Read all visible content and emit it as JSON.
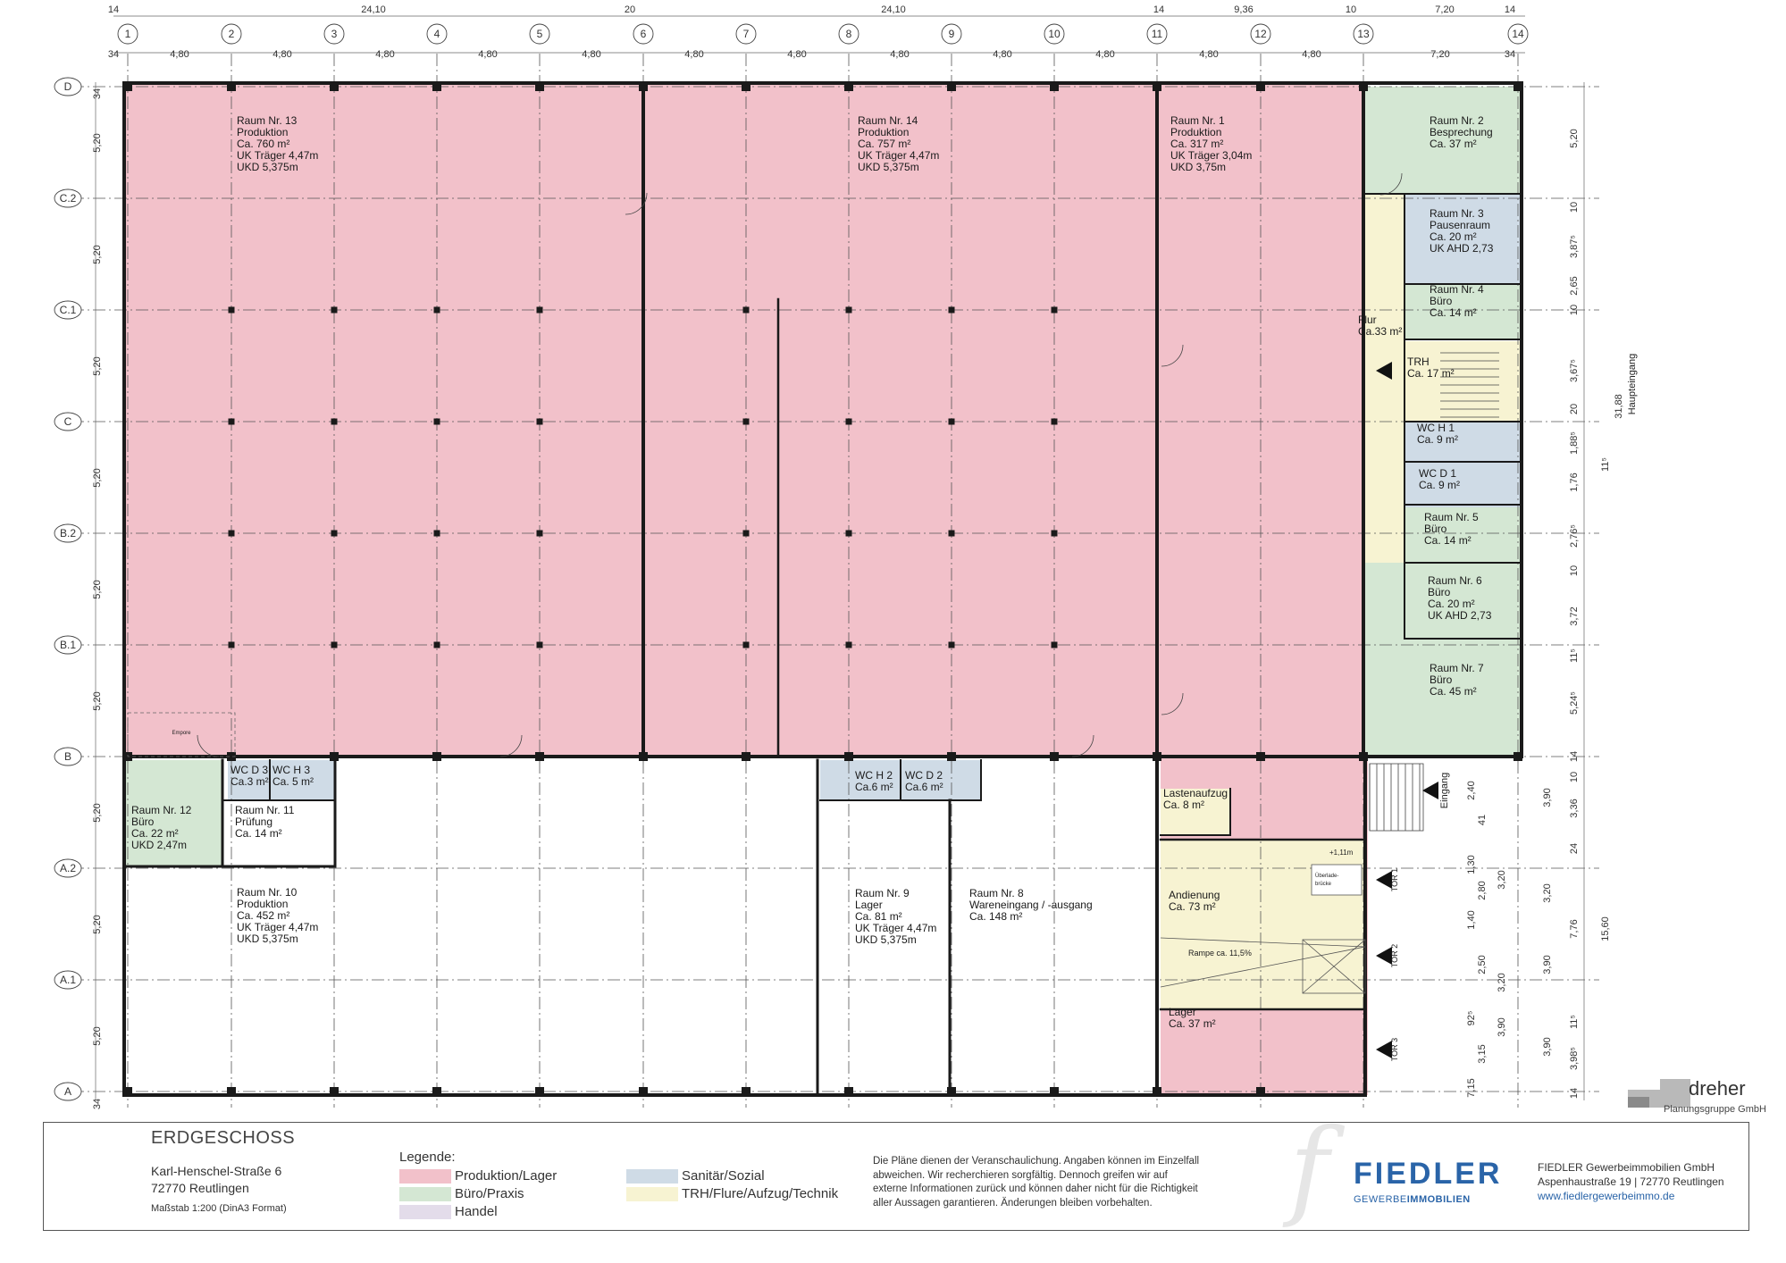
{
  "colors": {
    "produktion_lager": "#f2c1ca",
    "buero_praxis": "#d4e7d3",
    "handel": "#e3dcea",
    "sanitaer_sozial": "#cfdbe6",
    "trh_flure": "#f7f3d2",
    "wall": "#1a1a1a",
    "grid": "#555555"
  },
  "grid_axes": {
    "top": [
      "1",
      "2",
      "3",
      "4",
      "5",
      "6",
      "7",
      "8",
      "9",
      "10",
      "11",
      "12",
      "13",
      "14"
    ],
    "left": [
      "D",
      "C.2",
      "C.1",
      "C",
      "B.2",
      "B.1",
      "B",
      "A.2",
      "A.1",
      "A"
    ]
  },
  "dimensions": {
    "top_row1": [
      "14",
      "24,10",
      "20",
      "24,10",
      "14",
      "9,36",
      "10",
      "7,20",
      "14"
    ],
    "top_row2": [
      "34",
      "4,80",
      "4,80",
      "4,80",
      "4,80",
      "4,80",
      "4,80",
      "4,80",
      "4,80",
      "4,80",
      "4,80",
      "4,80",
      "4,80",
      "7,20",
      "34"
    ],
    "left": [
      "34",
      "5,20",
      "5,20",
      "5,20",
      "5,20",
      "5,20",
      "5,20",
      "5,20",
      "5,20",
      "5,20",
      "34"
    ],
    "right_inner": [
      "5,20",
      "10",
      "3,87⁵",
      "2,65",
      "10",
      "3,67⁵",
      "20",
      "1,88⁵",
      "1,76",
      "2,76⁵",
      "10",
      "3,72",
      "11⁵",
      "5,24⁵",
      "14",
      "10",
      "3,36",
      "24",
      "7,76",
      "11⁵",
      "3,98⁵",
      "14"
    ],
    "right_outer": [
      "31,88",
      "11⁵",
      "15,60"
    ],
    "right_lower_a": [
      "2,40",
      "41",
      "1,30",
      "2,80",
      "1,40",
      "2,50",
      "92⁵",
      "3,15",
      "7,15"
    ],
    "right_lower_b": [
      "3,90",
      "3,20",
      "3,20",
      "3,20",
      "3,90",
      "3,90",
      "3,90"
    ]
  },
  "rooms": [
    {
      "lines": [
        "Raum Nr. 13",
        "Produktion",
        "Ca. 760 m²",
        "UK Träger 4,47m",
        "UKD 5,375m"
      ]
    },
    {
      "lines": [
        "Raum Nr. 14",
        "Produktion",
        "Ca. 757 m²",
        "UK Träger 4,47m",
        "UKD 5,375m"
      ]
    },
    {
      "lines": [
        "Raum Nr. 1",
        "Produktion",
        "Ca. 317 m²",
        "UK Träger 3,04m",
        "UKD 3,75m"
      ]
    },
    {
      "lines": [
        "Raum Nr. 2",
        "Besprechung",
        "Ca. 37 m²"
      ]
    },
    {
      "lines": [
        "Raum Nr. 3",
        "Pausenraum",
        "Ca. 20 m²",
        "UK AHD 2,73"
      ]
    },
    {
      "lines": [
        "Raum Nr. 4",
        "Büro",
        "Ca. 14 m²"
      ]
    },
    {
      "lines": [
        "Flur",
        "Ca.33 m²"
      ]
    },
    {
      "lines": [
        "TRH",
        "Ca. 17 m²"
      ]
    },
    {
      "lines": [
        "WC H 1",
        "Ca. 9 m²"
      ]
    },
    {
      "lines": [
        "WC D 1",
        "Ca. 9 m²"
      ]
    },
    {
      "lines": [
        "Raum Nr. 5",
        "Büro",
        "Ca. 14 m²"
      ]
    },
    {
      "lines": [
        "Raum Nr. 6",
        "Büro",
        "Ca. 20 m²",
        "UK AHD 2,73"
      ]
    },
    {
      "lines": [
        "Raum Nr. 7",
        "Büro",
        "Ca. 45 m²"
      ]
    },
    {
      "lines": [
        "WC D 3",
        "Ca.3 m²"
      ]
    },
    {
      "lines": [
        "WC H 3",
        "Ca. 5 m²"
      ]
    },
    {
      "lines": [
        "Raum Nr. 12",
        "Büro",
        "Ca. 22 m²",
        "UKD 2,47m"
      ]
    },
    {
      "lines": [
        "Raum Nr. 11",
        "Prüfung",
        "Ca. 14 m²"
      ]
    },
    {
      "lines": [
        "Raum Nr. 10",
        "Produktion",
        "Ca. 452 m²",
        "UK Träger 4,47m",
        "UKD 5,375m"
      ]
    },
    {
      "lines": [
        "WC H 2",
        "Ca.6 m²"
      ]
    },
    {
      "lines": [
        "WC D 2",
        "Ca.6 m²"
      ]
    },
    {
      "lines": [
        "Raum Nr. 9",
        "Lager",
        "Ca. 81 m²",
        "UK Träger 4,47m",
        "UKD 5,375m"
      ]
    },
    {
      "lines": [
        "Raum Nr. 8",
        "Wareneingang / -ausgang",
        "Ca. 148 m²"
      ]
    },
    {
      "lines": [
        "Lastenaufzug",
        "Ca. 8 m²"
      ]
    },
    {
      "lines": [
        "Andienung",
        "Ca. 73 m²"
      ]
    },
    {
      "lines": [
        "Lager",
        "Ca. 37 m²"
      ]
    }
  ],
  "annotations": {
    "empore": "Empore",
    "rampe": "Rampe ca. 11,5%",
    "hoehe": "+1,11m",
    "ueberladebruecke": [
      "Überlade-",
      "brücke"
    ],
    "tor1": "TOR 1",
    "tor2": "TOR 2",
    "tor3": "TOR 3",
    "eingang": "Eingang",
    "haupteingang": "Haupteingang"
  },
  "footer": {
    "floor": "ERDGESCHOSS",
    "street": "Karl-Henschel-Straße 6",
    "city": "72770 Reutlingen",
    "scale": "Maßstab 1:200 (DinA3 Format)",
    "legend_title": "Legende:",
    "legend": [
      {
        "label": "Produktion/Lager",
        "color": "#f2c1ca"
      },
      {
        "label": "Büro/Praxis",
        "color": "#d4e7d3"
      },
      {
        "label": "Handel",
        "color": "#e3dcea"
      },
      {
        "label": "Sanitär/Sozial",
        "color": "#cfdbe6"
      },
      {
        "label": "TRH/Flure/Aufzug/Technik",
        "color": "#f7f3d2"
      }
    ],
    "disclaimer": [
      "Die Pläne dienen der Veranschaulichung. Angaben können im Einzelfall",
      "abweichen. Wir recherchieren sorgfältig. Dennoch greifen wir auf",
      "externe Informationen zurück und können daher nicht für die Richtigkeit",
      "aller Aussagen garantieren. Änderungen bleiben vorbehalten."
    ],
    "brand_letter": "f",
    "brand_name": "FIEDLER",
    "brand_sub_light": "GEWERBE",
    "brand_sub_bold": "IMMOBILIEN",
    "company": "FIEDLER Gewerbeimmobilien GmbH",
    "address": "Aspenhaustraße 19 | 72770 Reutlingen",
    "website": "www.fiedlergewerbeimmo.de"
  },
  "architect": {
    "name": "dreher",
    "sub": "Planungsgruppe GmbH"
  }
}
